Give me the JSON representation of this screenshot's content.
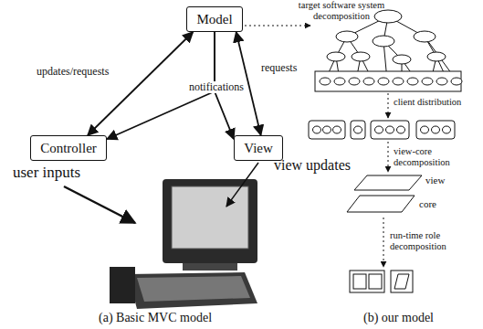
{
  "diagram": {
    "nodes": [
      {
        "text": [
          "Model"
        ]
      },
      {
        "text": [
          "Controller"
        ]
      },
      {
        "text": [
          "View"
        ]
      }
    ],
    "edges": [
      {
        "from": 0,
        "to": 1,
        "arrow": "both",
        "label": "updates/requests"
      },
      {
        "from": 0,
        "to": 2,
        "arrow": "both",
        "label": "requests"
      },
      {
        "from": 0,
        "to": 1,
        "arrow": "to"
      },
      {
        "from": 0,
        "to": 2,
        "arrow": "to"
      }
    ],
    "labels": [
      "target software system decomposition",
      "notifications",
      "user inputs",
      "view updates",
      "client distribution",
      "view-core decomposition",
      "view",
      "core",
      "run-time role decomposition",
      "(a) Basic MVC model",
      "(b) our model"
    ]
  }
}
